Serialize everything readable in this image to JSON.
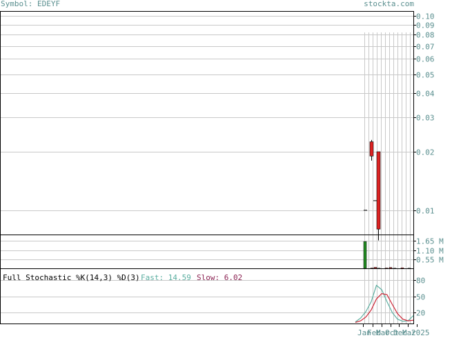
{
  "header": {
    "symbol_label": "Symbol: EDEYF",
    "site": "stockta.com"
  },
  "colors": {
    "axis_text": "#5a8f8f",
    "grid": "#c8c8c8",
    "up_candle": "#228b22",
    "down_candle": "#dd2222",
    "fast_line": "#5aaea0",
    "slow_line": "#cc2233"
  },
  "chart_data": [
    {
      "type": "candlestick",
      "name": "price",
      "scale": "log",
      "ylim": [
        0.0075,
        0.105
      ],
      "y_ticks": [
        "0.10",
        "0.09",
        "0.08",
        "0.07",
        "0.06",
        "0.05",
        "0.04",
        "0.03",
        "0.02",
        "0.01"
      ],
      "y_values": [
        0.1,
        0.09,
        0.08,
        0.07,
        0.06,
        0.05,
        0.04,
        0.03,
        0.02,
        0.01
      ],
      "candles": [
        {
          "x": 0,
          "open": 0.01,
          "high": 0.01,
          "low": 0.01,
          "close": 0.01
        },
        {
          "x": 1,
          "open": 0.0225,
          "high": 0.023,
          "low": 0.018,
          "close": 0.019
        },
        {
          "x": 2,
          "open": 0.0112,
          "high": 0.0112,
          "low": 0.0112,
          "close": 0.0112
        },
        {
          "x": 3,
          "open": 0.02,
          "high": 0.02,
          "low": 0.007,
          "close": 0.008
        }
      ]
    },
    {
      "type": "bar",
      "name": "volume",
      "ylim": [
        0,
        2.0
      ],
      "y_ticks": [
        "1.65 M",
        "1.10 M",
        "0.55 M"
      ],
      "y_values": [
        1.65,
        1.1,
        0.55
      ],
      "values": [
        1.62,
        0.02,
        0.06,
        0.01,
        0.02,
        0.05,
        0.01,
        0.03,
        0.01
      ]
    },
    {
      "type": "line",
      "name": "stochastic",
      "title": "Full Stochastic %K(14,3) %D(3)",
      "fast_label": "Fast: 14.59",
      "slow_label": "Slow: 6.02",
      "ylim": [
        0,
        100
      ],
      "y_ticks": [
        "80",
        "50",
        "20"
      ],
      "y_values": [
        80,
        50,
        20
      ],
      "fast": [
        3,
        10,
        22,
        40,
        70,
        62,
        40,
        20,
        8,
        4,
        5,
        14.59
      ],
      "slow": [
        2,
        5,
        12,
        25,
        45,
        55,
        53,
        35,
        18,
        8,
        5,
        6.02
      ]
    }
  ],
  "x_axis": {
    "labels": [
      "Jan",
      "Feb",
      "Mar",
      "Oct",
      "Dec",
      "Mar",
      "2025"
    ]
  }
}
